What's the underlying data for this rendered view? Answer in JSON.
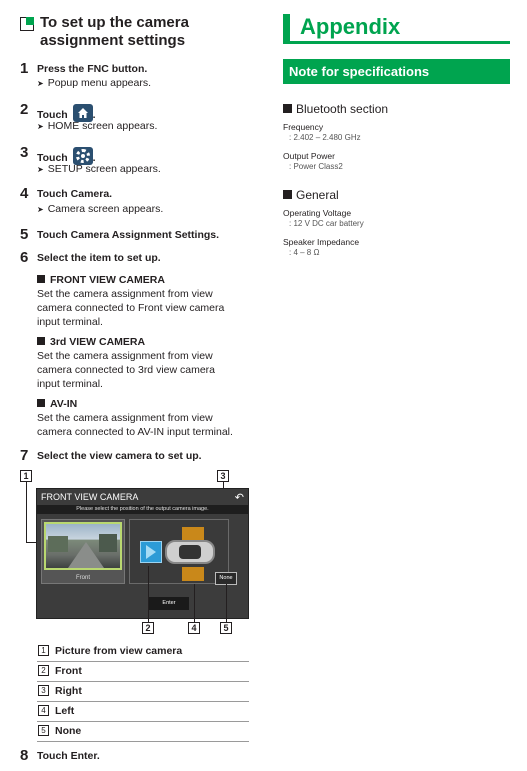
{
  "left": {
    "section_title_line1": "To set up the camera",
    "section_title_line2": "assignment settings",
    "steps": [
      {
        "num": "1",
        "pre": "Press the ",
        "kw": "FNC",
        "post": " button.",
        "result": "Popup menu appears."
      },
      {
        "num": "2",
        "pre": "Touch ",
        "post": ".",
        "result": "HOME screen appears."
      },
      {
        "num": "3",
        "pre": "Touch ",
        "post": ".",
        "result": "SETUP screen appears."
      },
      {
        "num": "4",
        "pre": "Touch ",
        "kw": "Camera",
        "post": ".",
        "result": "Camera screen appears."
      },
      {
        "num": "5",
        "pre": "Touch ",
        "kw": "Camera Assignment Settings",
        "post": "."
      },
      {
        "num": "6",
        "text": "Select the item to set up."
      },
      {
        "num": "7",
        "text": "Select the view camera to set up."
      },
      {
        "num": "8",
        "pre": "Touch ",
        "kw": "Enter",
        "post": "."
      }
    ],
    "options": [
      {
        "title": "FRONT VIEW CAMERA",
        "line1": "Set the camera assignment from view",
        "line2": "camera connected to Front view camera",
        "line3": "input terminal."
      },
      {
        "title": "3rd VIEW CAMERA",
        "line1": "Set the camera assignment from view",
        "line2": "camera connected to 3rd view camera",
        "line3": "input terminal."
      },
      {
        "title": "AV-IN",
        "line1": "Set the camera assignment from view",
        "line2": "camera connected to AV-IN input terminal."
      }
    ],
    "screen": {
      "title": "FRONT VIEW CAMERA",
      "back_icon": "back-arrow-icon",
      "prompt": "Please select the position of the output camera image.",
      "front_label": "Front",
      "none_label": "None",
      "enter_label": "Enter"
    },
    "callouts": [
      "1",
      "2",
      "3",
      "4",
      "5"
    ],
    "legend": [
      {
        "num": "1",
        "label": "Picture from view camera"
      },
      {
        "num": "2",
        "label": "Front"
      },
      {
        "num": "3",
        "label": "Right"
      },
      {
        "num": "4",
        "label": "Left"
      },
      {
        "num": "5",
        "label": "None"
      }
    ]
  },
  "right": {
    "title": "Appendix",
    "note_title": "Note for specifications",
    "bluetooth": {
      "heading": "Bluetooth section",
      "frequency_label": "Frequency",
      "frequency_value": ": 2.402 – 2.480 GHz",
      "power_label": "Output Power",
      "power_value": ": Power Class2"
    },
    "general": {
      "heading": "General",
      "voltage_label": "Operating Voltage",
      "voltage_value": ": 12 V DC car battery",
      "impedance_label": "Speaker Impedance",
      "impedance_value": ": 4 – 8 Ω"
    }
  },
  "colors": {
    "accent": "#00a44f",
    "text": "#231f20",
    "button": "#2b4f70"
  }
}
